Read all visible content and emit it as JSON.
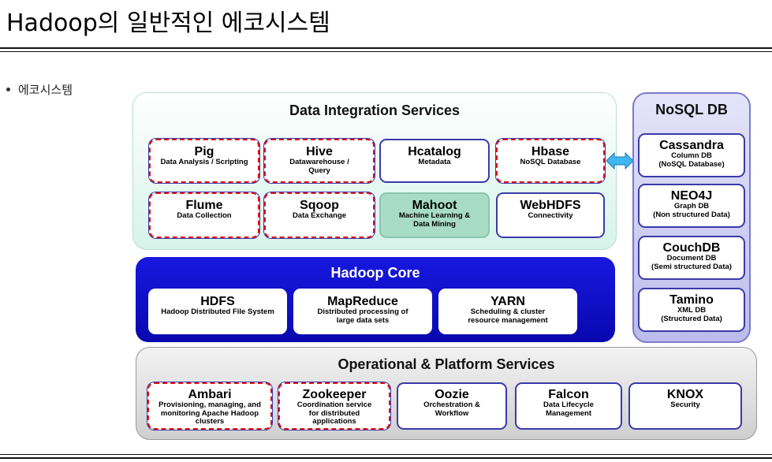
{
  "page": {
    "title": "Hadoop의 일반적인 에코시스템",
    "bullet": "에코시스템"
  },
  "diagram": {
    "integration": {
      "title": "Data Integration Services",
      "items": [
        {
          "name": "Pig",
          "desc": "Data Analysis / Scripting",
          "highlight": true
        },
        {
          "name": "Hive",
          "desc": "Datawarehouse / Query",
          "highlight": true
        },
        {
          "name": "Hcatalog",
          "desc": "Metadata",
          "highlight": false
        },
        {
          "name": "Hbase",
          "desc": "NoSQL Database",
          "highlight": true
        },
        {
          "name": "Flume",
          "desc": "Data Collection",
          "highlight": true
        },
        {
          "name": "Sqoop",
          "desc": "Data Exchange",
          "highlight": true
        },
        {
          "name": "Mahoot",
          "desc": "Machine Learning & Data Mining",
          "highlight": false
        },
        {
          "name": "WebHDFS",
          "desc": "Connectivity",
          "highlight": false
        }
      ]
    },
    "core": {
      "title": "Hadoop Core",
      "items": [
        {
          "name": "HDFS",
          "desc": "Hadoop Distributed File System"
        },
        {
          "name": "MapReduce",
          "desc": "Distributed processing of large data sets"
        },
        {
          "name": "YARN",
          "desc": "Scheduling & cluster resource management"
        }
      ]
    },
    "nosql": {
      "title": "NoSQL DB",
      "items": [
        {
          "name": "Cassandra",
          "desc1": "Column DB",
          "desc2": "(NoSQL Database)"
        },
        {
          "name": "NEO4J",
          "desc1": "Graph DB",
          "desc2": "(Non structured Data)"
        },
        {
          "name": "CouchDB",
          "desc1": "Document DB",
          "desc2": "(Semi structured Data)"
        },
        {
          "name": "Tamino",
          "desc1": "XML DB",
          "desc2": "(Structured Data)"
        }
      ]
    },
    "operational": {
      "title": "Operational & Platform Services",
      "items": [
        {
          "name": "Ambari",
          "desc": "Provisioning, managing, and monitoring Apache Hadoop clusters",
          "highlight": true
        },
        {
          "name": "Zookeeper",
          "desc": "Coordination service for distributed applications",
          "highlight": true
        },
        {
          "name": "Oozie",
          "desc": "Orchestration & Workflow",
          "highlight": false
        },
        {
          "name": "Falcon",
          "desc": "Data Lifecycle Management",
          "highlight": false
        },
        {
          "name": "KNOX",
          "desc": "Security",
          "highlight": false
        }
      ]
    },
    "colors": {
      "integration_bg": "#e8f7f2",
      "core_bg": "#1010c8",
      "nosql_bg": "#c8c8f0",
      "operational_bg": "#d8d8d8",
      "highlight_dash": "#e01010",
      "box_border": "#3a3aa8",
      "arrow_fill": "#3fb6f0"
    }
  }
}
